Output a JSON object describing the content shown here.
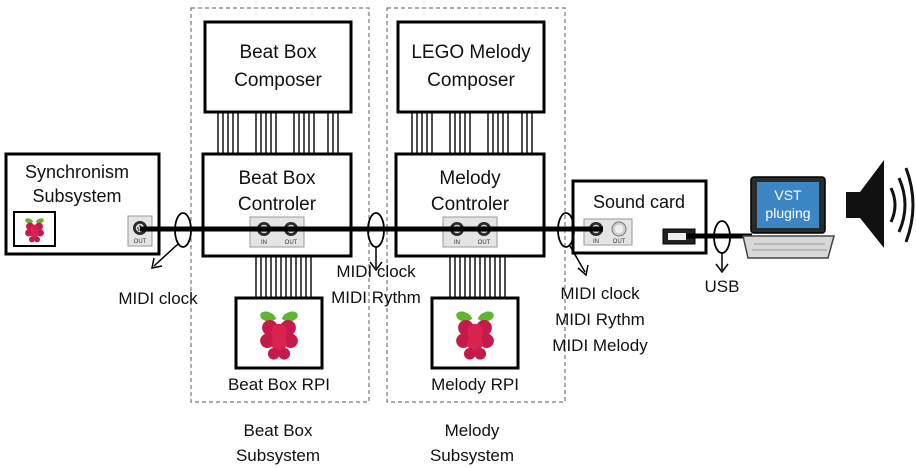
{
  "subsystems": {
    "beatbox_label_line1": "Beat Box",
    "beatbox_label_line2": "Subsystem",
    "melody_label_line1": "Melody",
    "melody_label_line2": "Subsystem"
  },
  "blocks": {
    "sync_line1": "Synchronism",
    "sync_line2": "Subsystem",
    "beatbox_composer_line1": "Beat Box",
    "beatbox_composer_line2": "Composer",
    "beatbox_controller_line1": "Beat Box",
    "beatbox_controller_line2": "Controler",
    "beatbox_rpi": "Beat Box RPI",
    "lego_composer_line1": "LEGO Melody",
    "lego_composer_line2": "Composer",
    "melody_controller_line1": "Melody",
    "melody_controller_line2": "Controler",
    "melody_rpi": "Melody RPI",
    "sound_card": "Sound card",
    "vst_line1": "VST",
    "vst_line2": "pluging"
  },
  "ports": {
    "in": "IN",
    "out": "OUT"
  },
  "annotations": {
    "midi_clock_1": "MIDI clock",
    "midi_clock_2": "MIDI clock",
    "midi_rythm_2": "MIDI Rythm",
    "midi_clock_3": "MIDI clock",
    "midi_rythm_3": "MIDI Rythm",
    "midi_melody_3": "MIDI Melody",
    "usb": "USB"
  },
  "icons": [
    "raspberry-pi-icon",
    "midi-port-icon",
    "laptop-icon",
    "speaker-icon",
    "usb-port-icon"
  ],
  "colors": {
    "raspberry": "#c51a4a",
    "leaf": "#5ab82f",
    "laptop_screen": "#3d86c6",
    "border": "#000000",
    "dashed_border": "#777777"
  }
}
